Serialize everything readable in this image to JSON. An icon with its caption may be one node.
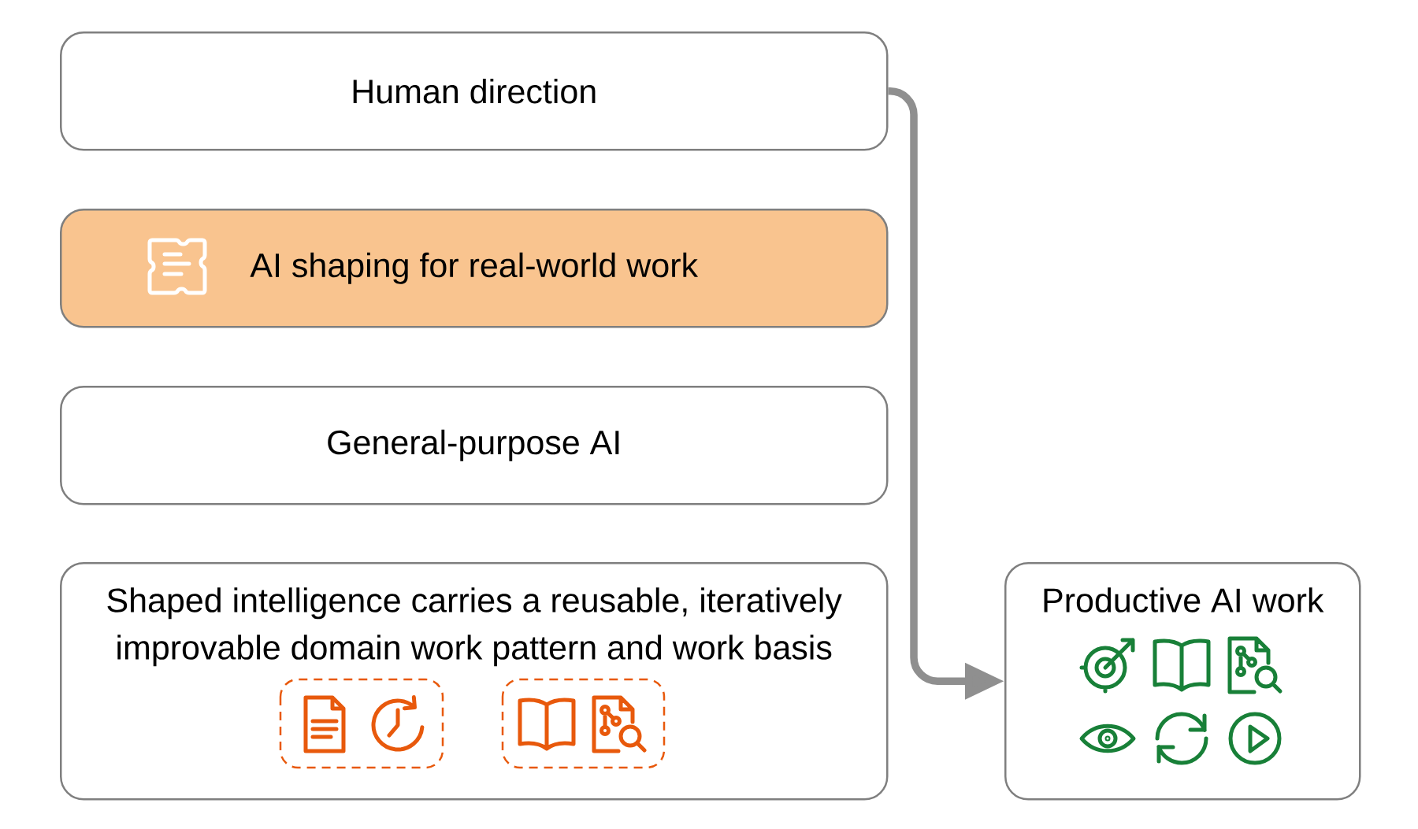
{
  "diagram": {
    "nodes": [
      {
        "text": [
          "Human direction"
        ]
      },
      {
        "text": [
          "AI shaping for real-world work"
        ]
      },
      {
        "text": [
          "General-purpose AI"
        ]
      },
      {
        "text": [
          "Shaped intelligence carries a reusable, iteratively improvable domain work pattern and work basis"
        ]
      },
      {
        "text": [
          "Productive AI work"
        ]
      }
    ],
    "edges": [
      {
        "from": 0,
        "to": 4,
        "arrow": "to"
      }
    ]
  }
}
